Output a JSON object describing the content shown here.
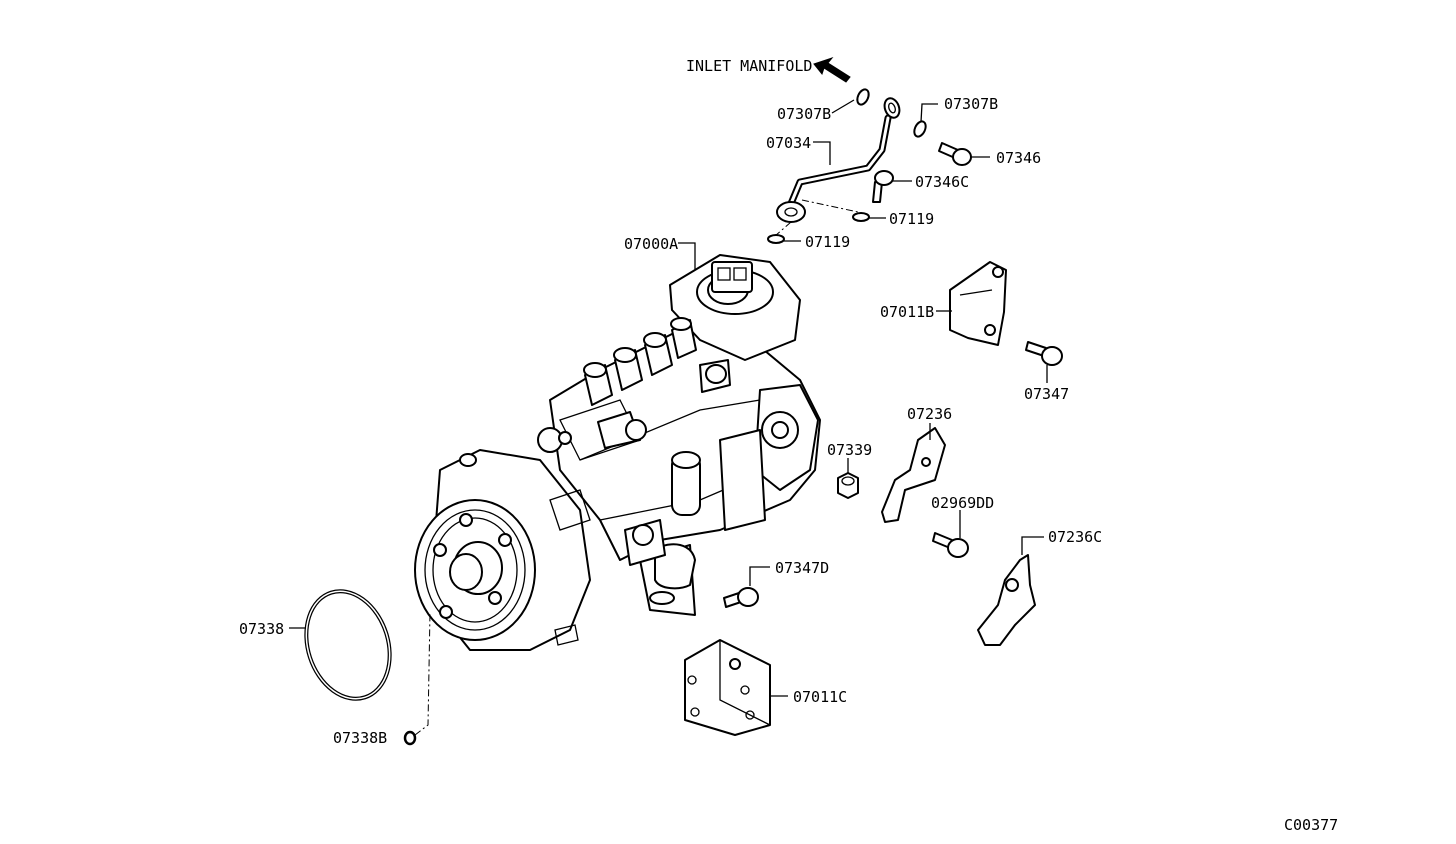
{
  "diagram": {
    "inlet_label": "INLET MANIFOLD",
    "figure_code": "C00377",
    "callouts": {
      "c07307B_left": "07307B",
      "c07307B_right": "07307B",
      "c07034": "07034",
      "c07346": "07346",
      "c07346C": "07346C",
      "c07119_upper": "07119",
      "c07119_lower": "07119",
      "c07000A": "07000A",
      "c07011B": "07011B",
      "c07347": "07347",
      "c07236": "07236",
      "c07339": "07339",
      "c02969DD": "02969DD",
      "c07236C": "07236C",
      "c07347D": "07347D",
      "c07338": "07338",
      "c07338B": "07338B",
      "c07011C": "07011C"
    }
  }
}
